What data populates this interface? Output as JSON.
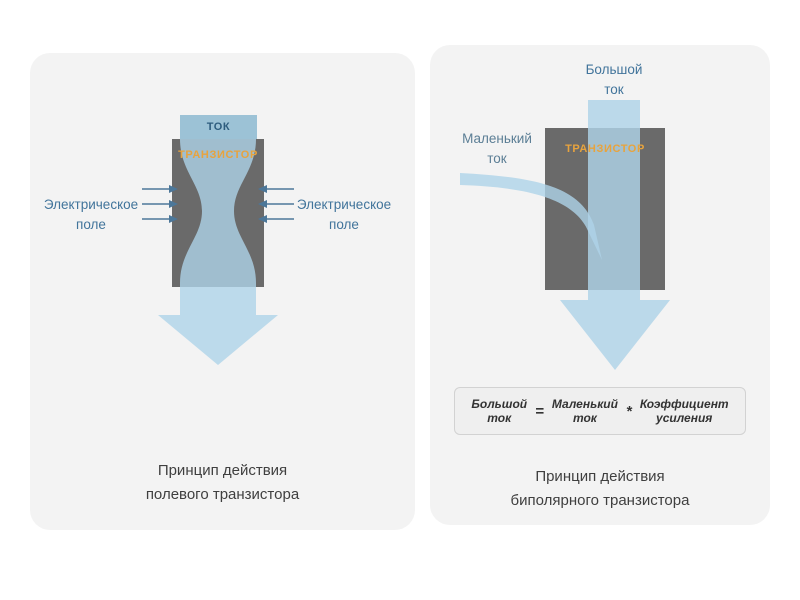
{
  "colors": {
    "panel_bg": "#f3f3f3",
    "transistor_body": "#6a6a6a",
    "current_flow_blue": "#aed3e8",
    "tok_box_fill": "#9cc2d6",
    "blue_text": "#41749b",
    "orange_text": "#e8a33d",
    "caption_text": "#3f3f3f"
  },
  "left_panel": {
    "tok_label": "ТОК",
    "transistor_label": "ТРАНЗИСТОР",
    "field_left_line1": "Электрическое",
    "field_left_line2": "поле",
    "field_right_line1": "Электрическое",
    "field_right_line2": "поле",
    "caption_line1": "Принцип действия",
    "caption_line2": "полевого транзистора"
  },
  "right_panel": {
    "big_current_line1": "Большой",
    "big_current_line2": "ток",
    "small_current_line1": "Маленький",
    "small_current_line2": "ток",
    "transistor_label": "ТРАНЗИСТОР",
    "formula": {
      "term1_line1": "Большой",
      "term1_line2": "ток",
      "equals_sign": "=",
      "term2_line1": "Маленький",
      "term2_line2": "ток",
      "multiply_sign": "*",
      "term3_line1": "Коэффициент",
      "term3_line2": "усиления"
    },
    "caption_line1": "Принцип действия",
    "caption_line2": "биполярного транзистора"
  }
}
